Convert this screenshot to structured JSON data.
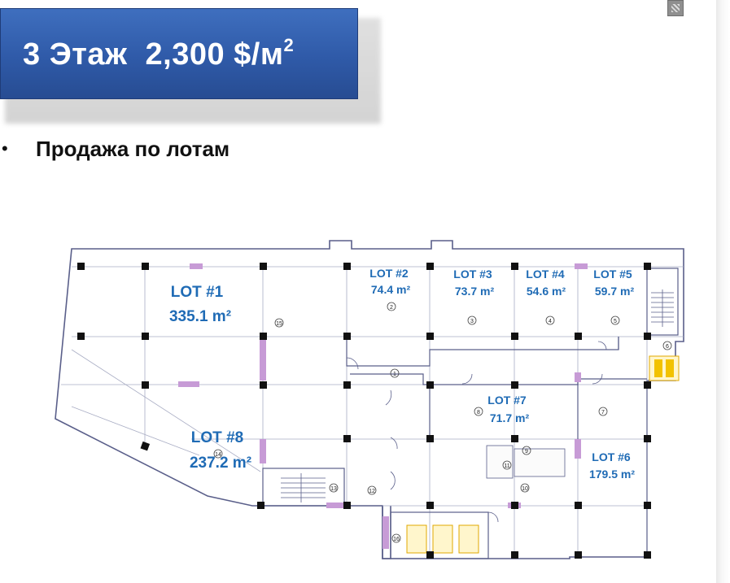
{
  "header": {
    "title": "3 Этаж  2,300 $/м",
    "title_superscript": "2"
  },
  "bullet": {
    "marker": "•",
    "text": "Продажа по лотам"
  },
  "plan": {
    "lots": [
      {
        "name": "LOT #1",
        "area": "335.1 m²"
      },
      {
        "name": "LOT #2",
        "area": "74.4 m²"
      },
      {
        "name": "LOT #3",
        "area": "73.7 m²"
      },
      {
        "name": "LOT #4",
        "area": "54.6 m²"
      },
      {
        "name": "LOT #5",
        "area": "59.7 m²"
      },
      {
        "name": "LOT #6",
        "area": "179.5 m²"
      },
      {
        "name": "LOT #7",
        "area": "71.7 m²"
      },
      {
        "name": "LOT #8",
        "area": "237.2 m²"
      }
    ],
    "room_numbers": [
      "1",
      "2",
      "3",
      "4",
      "5",
      "6",
      "7",
      "8",
      "9",
      "10",
      "11",
      "12",
      "13",
      "14",
      "15",
      "16"
    ]
  },
  "colors": {
    "banner": "#2f5aa8",
    "lot_label": "#1f6bb5",
    "column": "#111111",
    "partition": "#c79bd6",
    "stair_accent": "#f2c200"
  }
}
